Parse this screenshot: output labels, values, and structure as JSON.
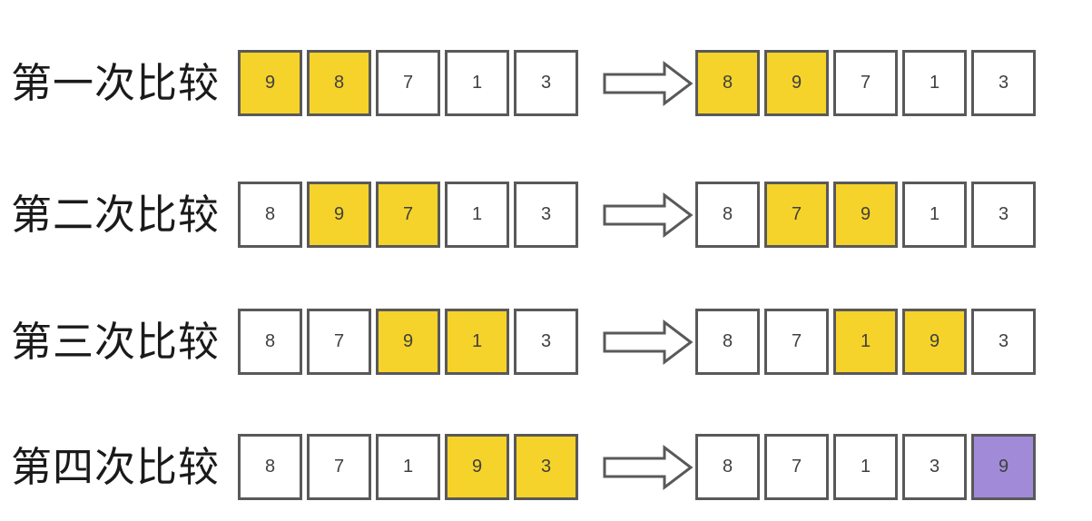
{
  "colors": {
    "yellow": "#F5D32A",
    "purple": "#A18AD8",
    "box_border": "#595959",
    "number_text": "#404040",
    "arrow_border": "#595959",
    "arrow_fill": "#ffffff",
    "label_text": "#1a1a1a"
  },
  "rows": [
    {
      "label": "第一次比较",
      "before": [
        {
          "value": "9",
          "highlight": "yellow"
        },
        {
          "value": "8",
          "highlight": "yellow"
        },
        {
          "value": "7",
          "highlight": "none"
        },
        {
          "value": "1",
          "highlight": "none"
        },
        {
          "value": "3",
          "highlight": "none"
        }
      ],
      "after": [
        {
          "value": "8",
          "highlight": "yellow"
        },
        {
          "value": "9",
          "highlight": "yellow"
        },
        {
          "value": "7",
          "highlight": "none"
        },
        {
          "value": "1",
          "highlight": "none"
        },
        {
          "value": "3",
          "highlight": "none"
        }
      ]
    },
    {
      "label": "第二次比较",
      "before": [
        {
          "value": "8",
          "highlight": "none"
        },
        {
          "value": "9",
          "highlight": "yellow"
        },
        {
          "value": "7",
          "highlight": "yellow"
        },
        {
          "value": "1",
          "highlight": "none"
        },
        {
          "value": "3",
          "highlight": "none"
        }
      ],
      "after": [
        {
          "value": "8",
          "highlight": "none"
        },
        {
          "value": "7",
          "highlight": "yellow"
        },
        {
          "value": "9",
          "highlight": "yellow"
        },
        {
          "value": "1",
          "highlight": "none"
        },
        {
          "value": "3",
          "highlight": "none"
        }
      ]
    },
    {
      "label": "第三次比较",
      "before": [
        {
          "value": "8",
          "highlight": "none"
        },
        {
          "value": "7",
          "highlight": "none"
        },
        {
          "value": "9",
          "highlight": "yellow"
        },
        {
          "value": "1",
          "highlight": "yellow"
        },
        {
          "value": "3",
          "highlight": "none"
        }
      ],
      "after": [
        {
          "value": "8",
          "highlight": "none"
        },
        {
          "value": "7",
          "highlight": "none"
        },
        {
          "value": "1",
          "highlight": "yellow"
        },
        {
          "value": "9",
          "highlight": "yellow"
        },
        {
          "value": "3",
          "highlight": "none"
        }
      ]
    },
    {
      "label": "第四次比较",
      "before": [
        {
          "value": "8",
          "highlight": "none"
        },
        {
          "value": "7",
          "highlight": "none"
        },
        {
          "value": "1",
          "highlight": "none"
        },
        {
          "value": "9",
          "highlight": "yellow"
        },
        {
          "value": "3",
          "highlight": "yellow"
        }
      ],
      "after": [
        {
          "value": "8",
          "highlight": "none"
        },
        {
          "value": "7",
          "highlight": "none"
        },
        {
          "value": "1",
          "highlight": "none"
        },
        {
          "value": "3",
          "highlight": "none"
        },
        {
          "value": "9",
          "highlight": "purple"
        }
      ]
    }
  ]
}
